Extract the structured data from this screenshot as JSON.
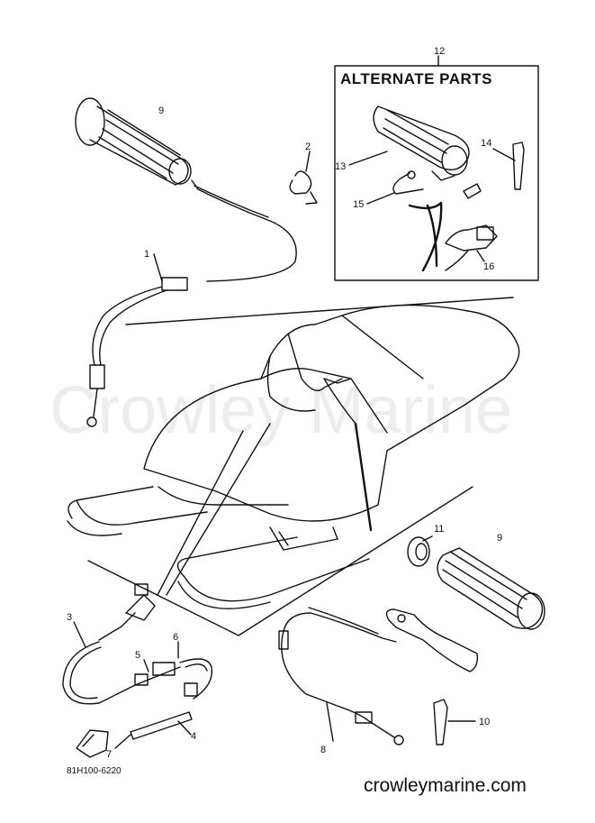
{
  "alternate_parts_title": "ALTERNATE PARTS",
  "watermark": "Crowley Marine",
  "drawing_code": "81H100-6220",
  "site": "crowleymarine.com",
  "callouts": {
    "c1": "1",
    "c2": "2",
    "c3": "3",
    "c4": "4",
    "c5": "5",
    "c6": "6",
    "c7": "7",
    "c8": "8",
    "c9a": "9",
    "c9b": "9",
    "c10": "10",
    "c11": "11",
    "c12": "12",
    "c13": "13",
    "c14": "14",
    "c15": "15",
    "c16": "16"
  }
}
